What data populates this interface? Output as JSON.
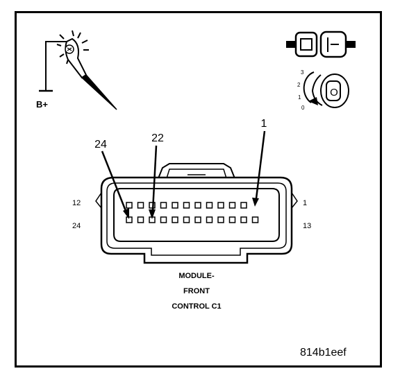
{
  "test_light": {
    "supply_label": "B+"
  },
  "ignition_switch": {
    "positions": [
      "3",
      "2",
      "1",
      "0"
    ],
    "key_label": "O"
  },
  "connector": {
    "callouts": [
      "24",
      "22",
      "1"
    ],
    "row_labels": {
      "top_left": "12",
      "bottom_left": "24",
      "top_right": "1",
      "bottom_right": "13"
    },
    "pins_top_row": 12,
    "pins_bottom_row": 12,
    "pins_top_row_missing": [
      11
    ],
    "caption": [
      "MODULE-",
      "FRONT",
      "CONTROL C1"
    ]
  },
  "figure_id": "814b1eef"
}
